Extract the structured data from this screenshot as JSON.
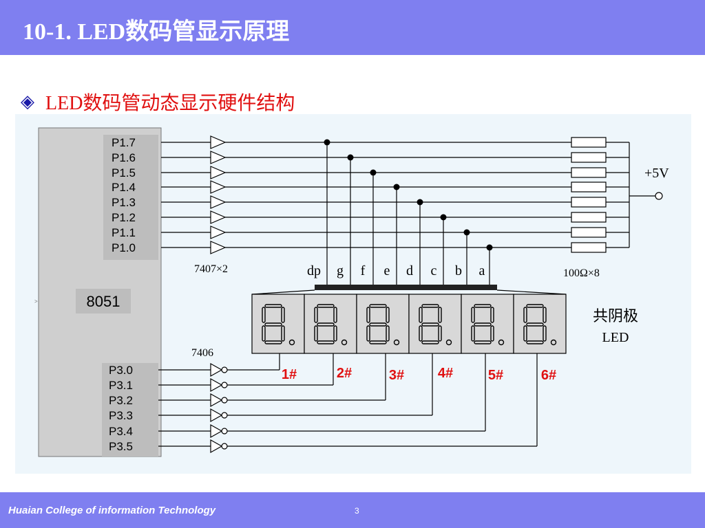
{
  "header": {
    "title": "10-1. LED数码管显示原理"
  },
  "bullet": {
    "icon": "diamond-bullet-icon",
    "text": "LED数码管动态显示硬件结构"
  },
  "diagram": {
    "mcu_label": "8051",
    "mcu_pin_mark": ">",
    "port1_pins": [
      "P1.7",
      "P1.6",
      "P1.5",
      "P1.4",
      "P1.3",
      "P1.2",
      "P1.1",
      "P1.0"
    ],
    "port3_pins": [
      "P3.0",
      "P3.1",
      "P3.2",
      "P3.3",
      "P3.4",
      "P3.5"
    ],
    "buffer_top_label": "7407×2",
    "buffer_bottom_label": "7406",
    "segments": [
      "dp",
      "g",
      "f",
      "e",
      "d",
      "c",
      "b",
      "a"
    ],
    "resistor_label": "100Ω×8",
    "supply_label": "+5V",
    "display_type_label": "共阴极",
    "display_led_label": "LED",
    "digit_labels": [
      "1#",
      "2#",
      "3#",
      "4#",
      "5#",
      "6#"
    ]
  },
  "colors": {
    "header_bg": "#7f7ff0",
    "bullet_text": "#e01010",
    "digit_label": "#e01010",
    "panel_bg": "#eef6fb"
  },
  "footer": {
    "text": "Huaian College of information Technology",
    "page": "3"
  }
}
